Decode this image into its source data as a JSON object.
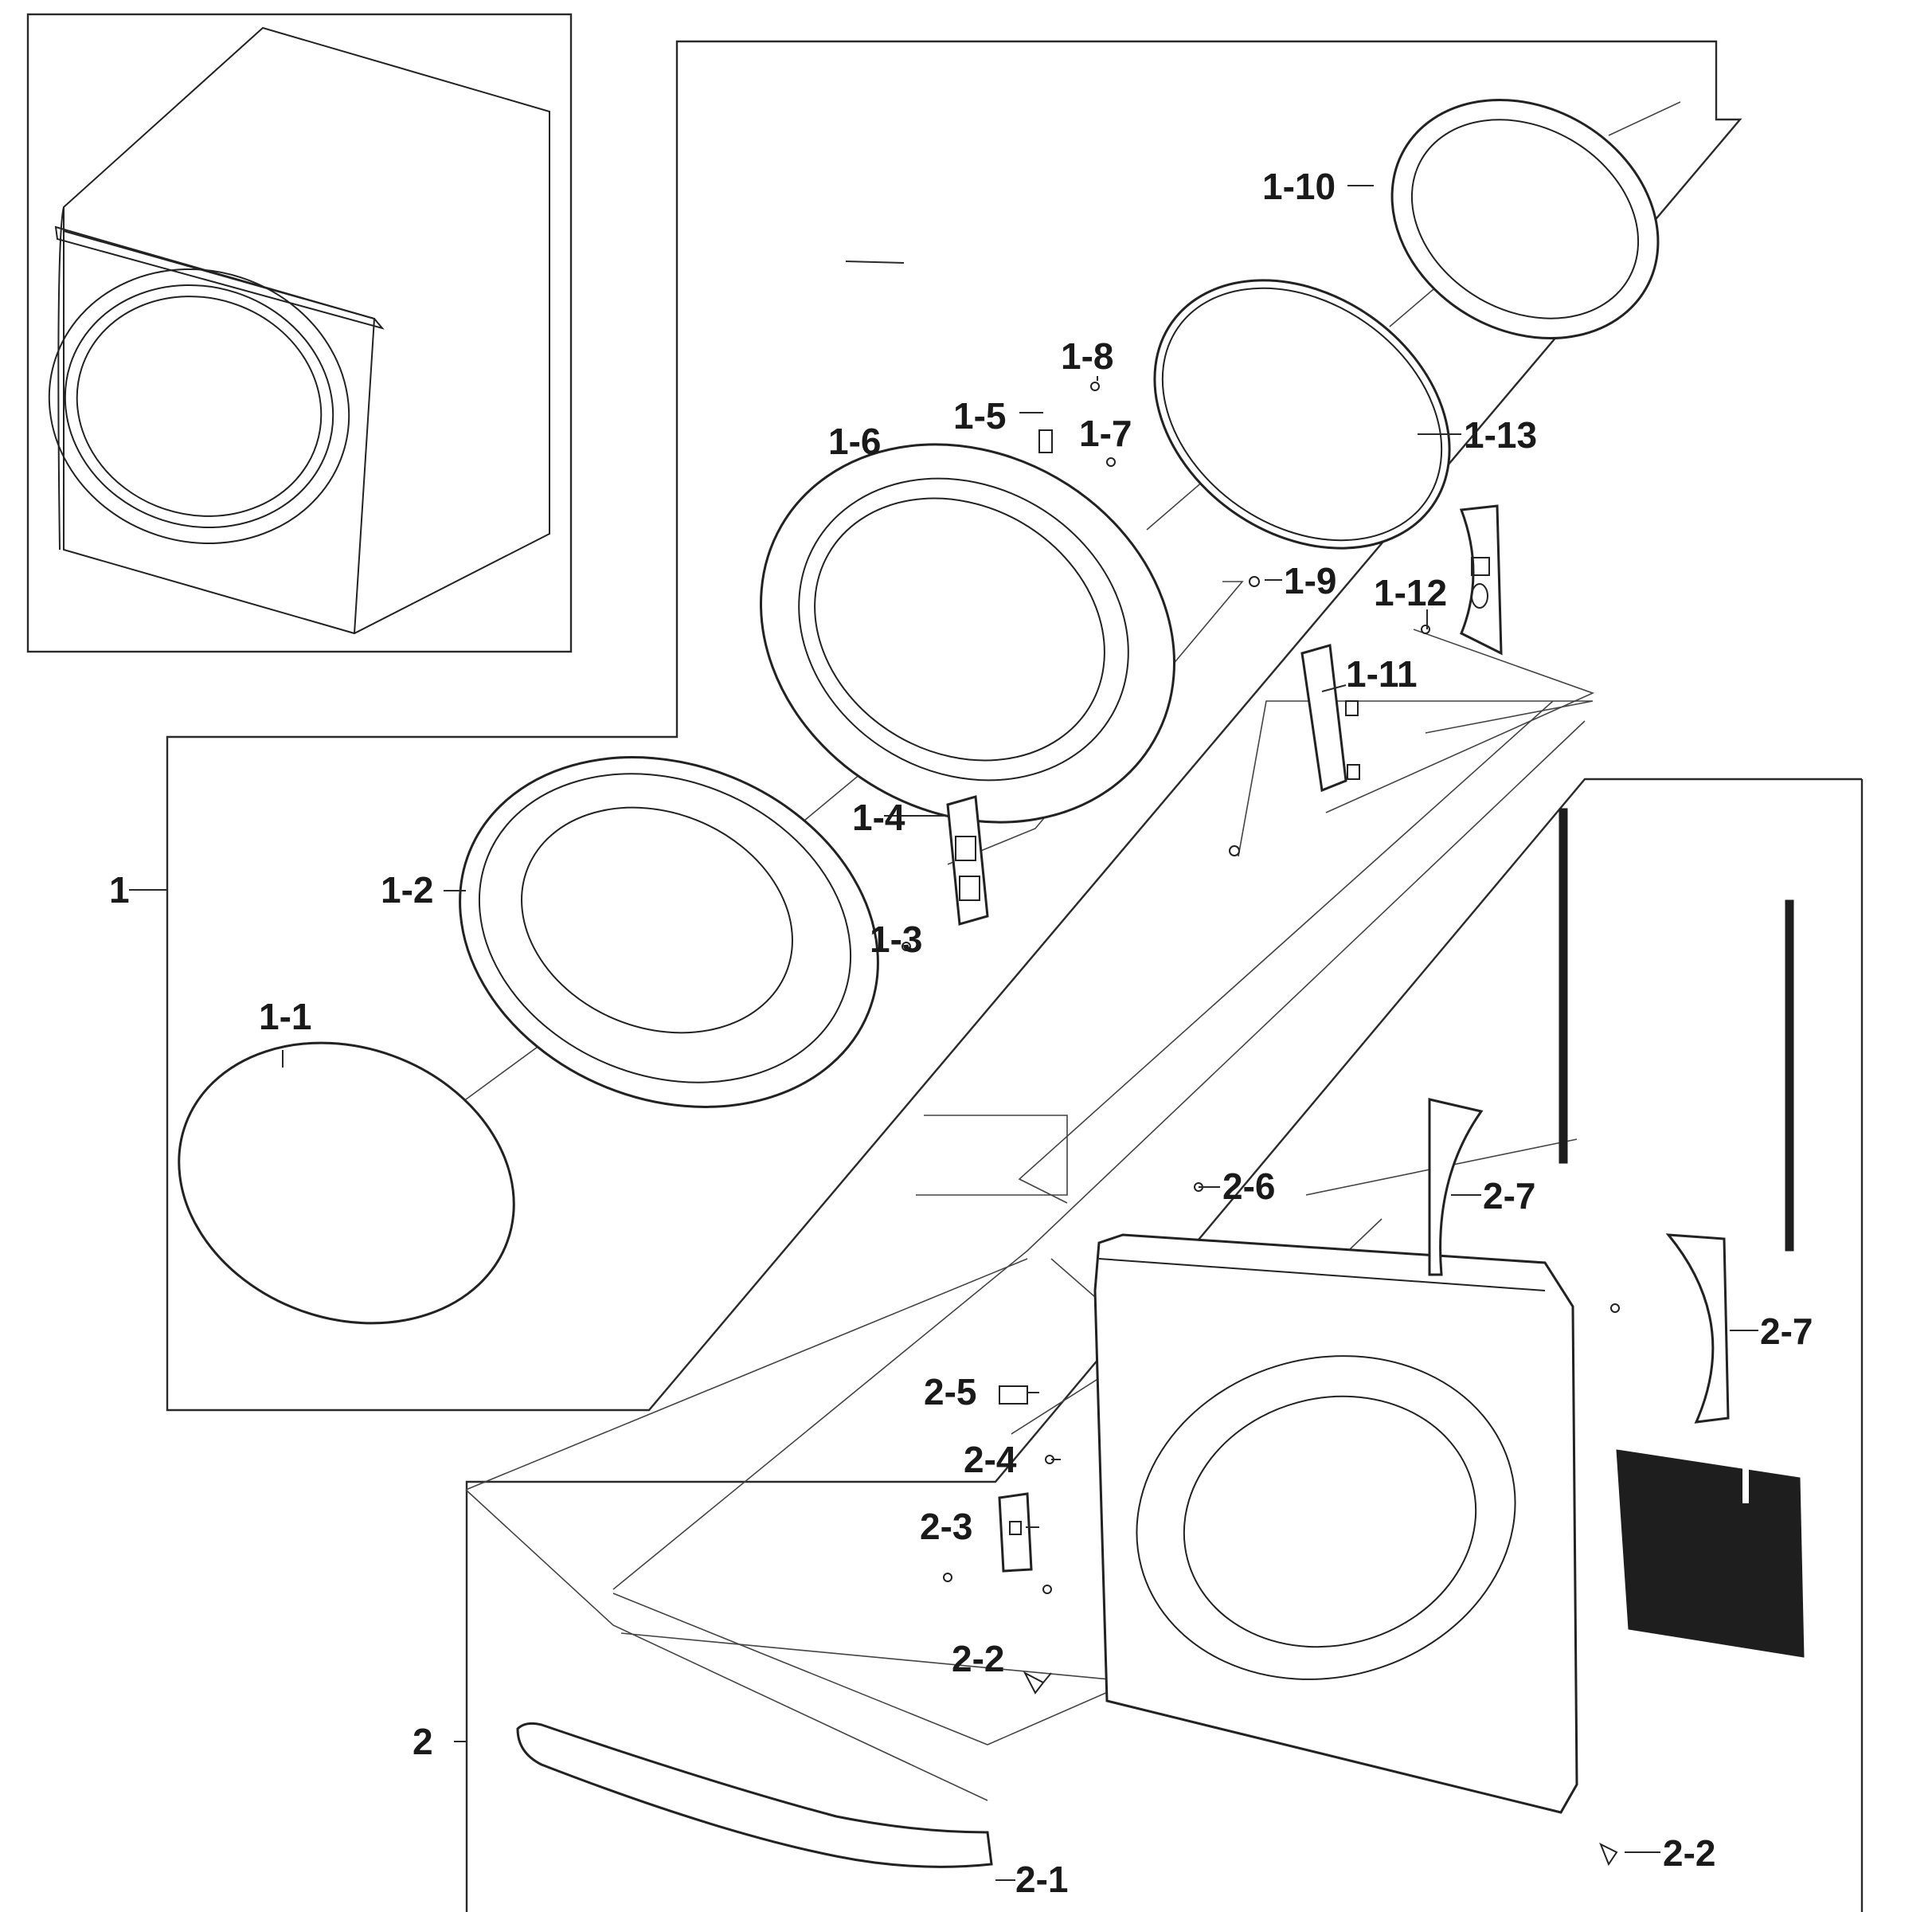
{
  "diagram": {
    "labels": {
      "g1": "1",
      "p1_1": "1-1",
      "p1_2": "1-2",
      "p1_3": "1-3",
      "p1_4": "1-4",
      "p1_5": "1-5",
      "p1_6": "1-6",
      "p1_7": "1-7",
      "p1_8": "1-8",
      "p1_9": "1-9",
      "p1_10": "1-10",
      "p1_11": "1-11",
      "p1_12": "1-12",
      "p1_13": "1-13",
      "g2": "2",
      "p2_1": "2-1",
      "p2_2a": "2-2",
      "p2_2b": "2-2",
      "p2_3": "2-3",
      "p2_4": "2-4",
      "p2_5": "2-5",
      "p2_6": "2-6",
      "p2_7a": "2-7",
      "p2_7b": "2-7"
    }
  }
}
